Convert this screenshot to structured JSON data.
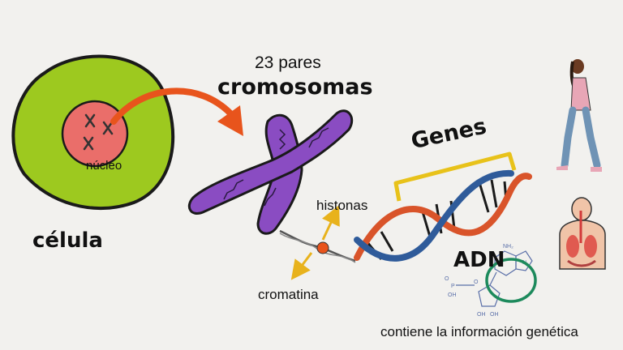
{
  "labels": {
    "pairs": "23 pares",
    "chromosomes": "cromosomas",
    "nucleus": "núcleo",
    "cell": "célula",
    "genes": "Genes",
    "histones": "histonas",
    "chromatin": "cromatina",
    "dna": "ADN",
    "caption": "contiene la información genética"
  },
  "nucleotide_text": {
    "phosphate_o1": "O",
    "phosphate_p": "P",
    "phosphate_oh": "OH",
    "phosphate_o2": "O",
    "sugar_oh1": "OH",
    "sugar_oh2": "OH",
    "base_nh2": "NH₂",
    "base_n": "N"
  },
  "colors": {
    "cell": "#9dc91f",
    "cell_outline": "#1a1a1a",
    "nucleus": "#ea6e6a",
    "arrow": "#e8541c",
    "chromosome": "#8a4cc2",
    "genes_bracket": "#e8c21a",
    "dna_orange": "#d9542a",
    "dna_blue": "#2f5b9a",
    "highlight_circle": "#1d8a5c"
  }
}
